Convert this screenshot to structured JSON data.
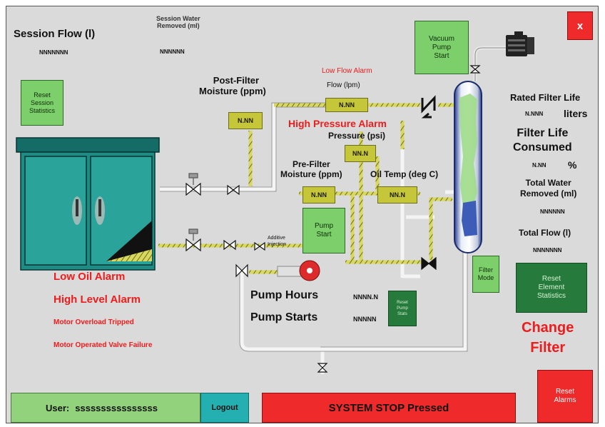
{
  "session": {
    "flow_label": "Session Flow (l)",
    "flow_value": "NNNNNNN",
    "water_removed_label_1": "Session Water",
    "water_removed_label_2": "Removed (ml)",
    "water_removed_value": "NNNNNN",
    "reset_button": "Reset\nSession\nStatistics"
  },
  "close_button": "x",
  "vacuum_pump_button": "Vacuum\nPump\nStart",
  "post_filter": {
    "label_1": "Post-Filter",
    "label_2": "Moisture (ppm)",
    "value": "N.NN"
  },
  "flow": {
    "alarm": "Low Flow Alarm",
    "label": "Flow (lpm)",
    "value": "N.NN"
  },
  "high_pressure_alarm": "High Pressure Alarm",
  "pressure": {
    "label": "Pressure (psi)",
    "value": "NN.N"
  },
  "pre_filter": {
    "label_1": "Pre-Filter",
    "label_2": "Moisture (ppm)",
    "value": "N.NN"
  },
  "oil_temp": {
    "label": "Oil Temp (deg C)",
    "value": "NN.N"
  },
  "pump_start_button": "Pump\nStart",
  "additive_label_1": "Additive",
  "additive_label_2": "Injection",
  "filter_stats": {
    "rated_life_label": "Rated Filter Life",
    "rated_life_value": "N.NNN",
    "rated_life_unit": "liters",
    "consumed_label_1": "Filter Life",
    "consumed_label_2": "Consumed",
    "consumed_value": "N.NN",
    "consumed_unit": "%",
    "total_water_label_1": "Total Water",
    "total_water_label_2": "Removed (ml)",
    "total_water_value": "NNNNNN",
    "total_flow_label": "Total Flow (l)",
    "total_flow_value": "NNNNNNN"
  },
  "filter_mode_button": "Filter\nMode",
  "reset_element_button": "Reset\nElement\nStatistics",
  "change_filter_1": "Change",
  "change_filter_2": "Filter",
  "alarms": {
    "low_oil": "Low Oil Alarm",
    "high_level": "High Level Alarm",
    "motor_overload": "Motor Overload Tripped",
    "motor_valve": "Motor Operated Valve Failure"
  },
  "pump": {
    "hours_label": "Pump Hours",
    "hours_value": "NNNN.N",
    "starts_label": "Pump Starts",
    "starts_value": "NNNNN",
    "reset_button": "Reset\nPump\nStats"
  },
  "user": {
    "label": "User:",
    "name": "ssssssssssssssss"
  },
  "logout_button": "Logout",
  "system_stop": "SYSTEM STOP Pressed",
  "reset_alarms_button": "Reset\nAlarms",
  "colors": {
    "alarm_red": "#ee1c1c",
    "button_green": "#7ccf6a",
    "tank_teal": "#1e8c84",
    "value_yellow": "#c6c63a"
  }
}
